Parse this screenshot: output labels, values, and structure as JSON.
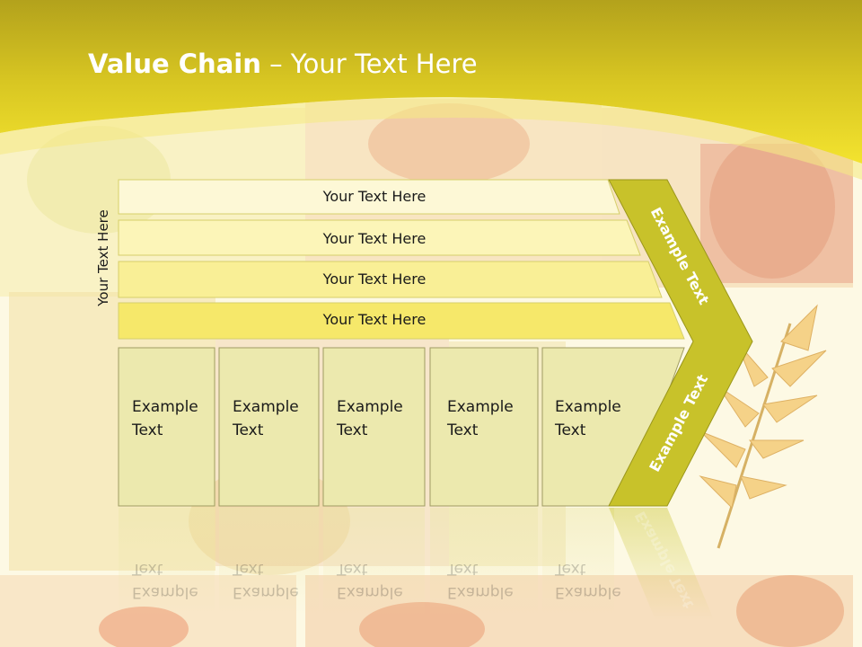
{
  "slide": {
    "title_bold": "Value Chain",
    "title_rest": " – Your Text Here"
  },
  "diagram": {
    "side_label": "Your Text Here",
    "rows": [
      {
        "label": "Your Text Here"
      },
      {
        "label": "Your Text Here"
      },
      {
        "label": "Your Text Here"
      },
      {
        "label": "Your Text Here"
      }
    ],
    "columns": [
      {
        "line1": "Example",
        "line2": "Text"
      },
      {
        "line1": "Example",
        "line2": "Text"
      },
      {
        "line1": "Example",
        "line2": "Text"
      },
      {
        "line1": "Example",
        "line2": "Text"
      },
      {
        "line1": "Example",
        "line2": "Text"
      }
    ],
    "arrow_top_label": "Example Text",
    "arrow_bottom_label": "Example Text"
  },
  "colors": {
    "header_yellow": "#f2e12e",
    "header_olive": "#b9a81c",
    "arrow_green": "#c8c22a",
    "box_fill": "#ece9ae",
    "row_fills": [
      "#fdf8d6",
      "#fcf5b8",
      "#f9ef96",
      "#f6e86a"
    ]
  }
}
